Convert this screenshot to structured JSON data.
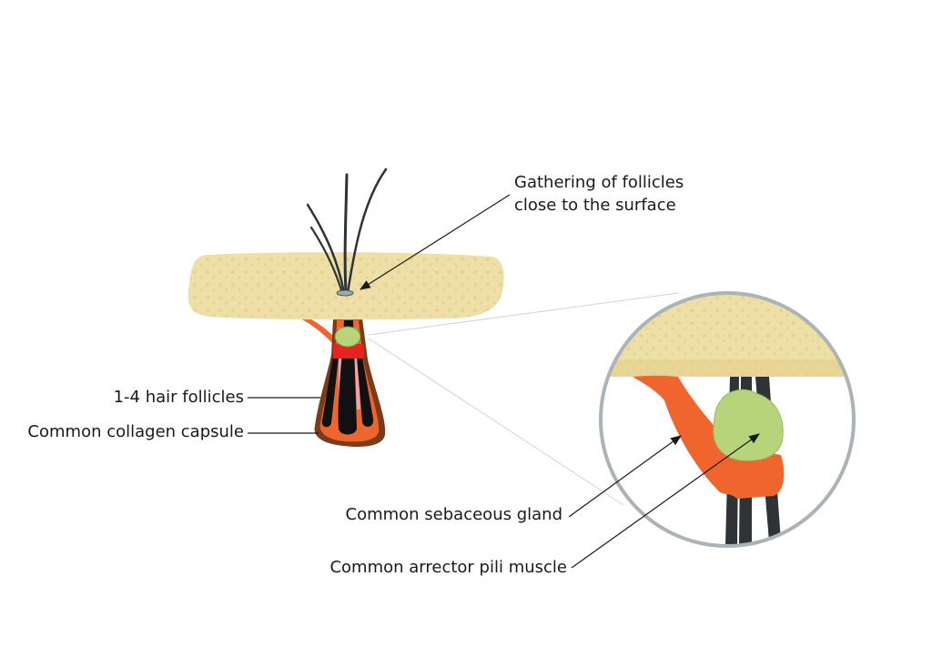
{
  "labels": {
    "gathering_line1": "Gathering of follicles",
    "gathering_line2": "close to the surface",
    "hair_follicles": "1-4 hair follicles",
    "collagen_capsule": "Common collagen capsule",
    "sebaceous_gland": "Common sebaceous gland",
    "arrector_pili": "Common arrector pili muscle"
  },
  "colors": {
    "skin": "#eedfa6",
    "hair": "#2e3436",
    "muscle": "#f0642e",
    "gland": "#b8d47a",
    "capsule": "#7a3b18",
    "magnifier_ring": "#aab4b8"
  }
}
